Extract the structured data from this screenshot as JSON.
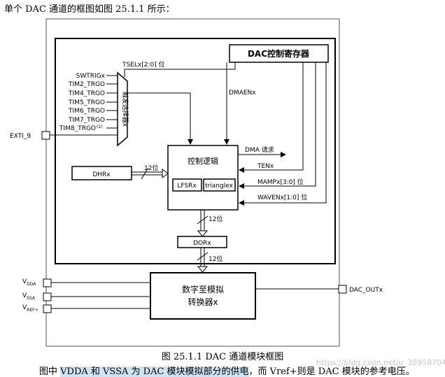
{
  "heading": "单个 DAC 通道的框图如图 25.1.1 所示：",
  "caption": "图 25.1.1 DAC 通道模块框图",
  "footnote": {
    "lead": "图中 ",
    "highlight": "VDDA 和 VSSA 为 DAC 模块模拟部分的供电",
    "tail": "，而 Vref+则是 DAC 模块的参考电压。"
  },
  "watermark": "https://blog.csdn.net/u_38958704",
  "diagram": {
    "dac_register": "DAC控制寄存器",
    "tsel_label": "TSELx[2:0] 位",
    "trigger_inputs": [
      "SWTRIGx",
      "TIM2_TRGO",
      "TIM4_TRGO",
      "TIM5_TRGO",
      "TIM6_TRGO",
      "TIM7_TRGO",
      "TIM8_TRGO"
    ],
    "trigger_footnote_mark": "(1)",
    "trigger_mux": "触发选择器x",
    "exti": "EXTI_9",
    "dmaen": "DMAENx",
    "control_logic": "控制逻辑",
    "lfsr": "LFSRx",
    "triangle": "trianglex",
    "dma_request": "DMA 请求",
    "ten": "TENx",
    "mamp": "MAMPx[3:0] 位",
    "wave": "WAVENx[1:0] 位",
    "dhr": "DHRx",
    "dor": "DORx",
    "width_label": "12位",
    "converter_line1": "数字至模拟",
    "converter_line2": "转换器x",
    "dac_out": "DAC_OUTx",
    "vdda_main": "V",
    "vdda_sub": "DDA",
    "vssa_main": "V",
    "vssa_sub": "SSA",
    "vref_main": "V",
    "vref_sub": "REF+"
  }
}
